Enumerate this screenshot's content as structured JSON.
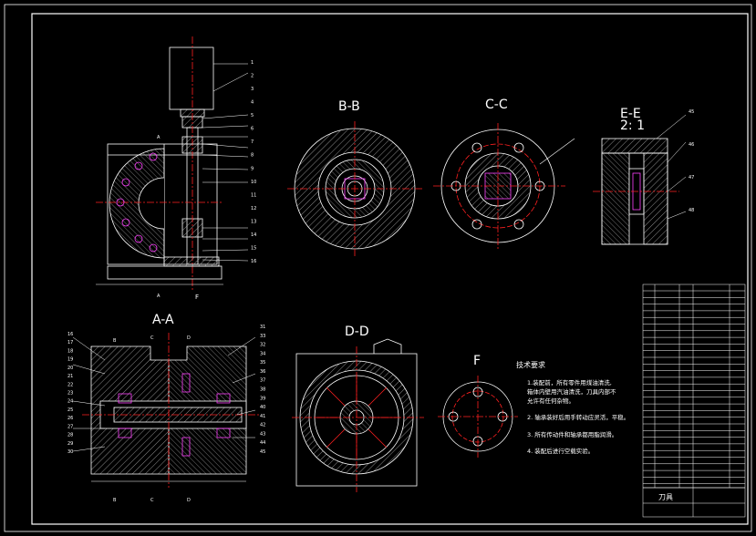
{
  "section_labels": {
    "bb": "B-B",
    "cc": "C-C",
    "ee": "E-E",
    "ee_scale": "2: 1",
    "aa": "A-A",
    "dd": "D-D",
    "f": "F"
  },
  "cut_markers": {
    "a": "A",
    "b": "B",
    "c": "C",
    "d": "D",
    "f": "F"
  },
  "technical_notes": {
    "title": "技术要求",
    "lines": [
      "1.装配前，所有零件用煤油清洗,",
      "  箱体内壁用汽油清洗，刀具内部不",
      "  允许有任何杂物。",
      "2. 轴承装好后用手转动应灵活，平稳。",
      "3. 所有传动件和轴承都用脂润滑。",
      "4. 装配后进行空载实验。"
    ]
  },
  "balloons_left": [
    "1",
    "2",
    "3",
    "4",
    "5",
    "6",
    "7",
    "8",
    "9",
    "10",
    "11",
    "12",
    "13",
    "14",
    "15",
    "16"
  ],
  "balloons_aa_left": [
    "16",
    "17",
    "18",
    "19",
    "20",
    "21",
    "22",
    "23",
    "24",
    "25",
    "26",
    "27",
    "28",
    "29",
    "30"
  ],
  "balloons_aa_right": [
    "31",
    "33",
    "32",
    "34",
    "35",
    "36",
    "37",
    "38",
    "39",
    "40",
    "41",
    "42",
    "43",
    "44",
    "45"
  ],
  "balloons_ee": [
    "45",
    "46",
    "47",
    "48"
  ],
  "title_block": {
    "name": "刀具"
  },
  "colors": {
    "background": "#000000",
    "outline": "#ffffff",
    "centerline": "#ff2020",
    "accent": "#ff40ff",
    "hatch": "#b0b0b0"
  }
}
